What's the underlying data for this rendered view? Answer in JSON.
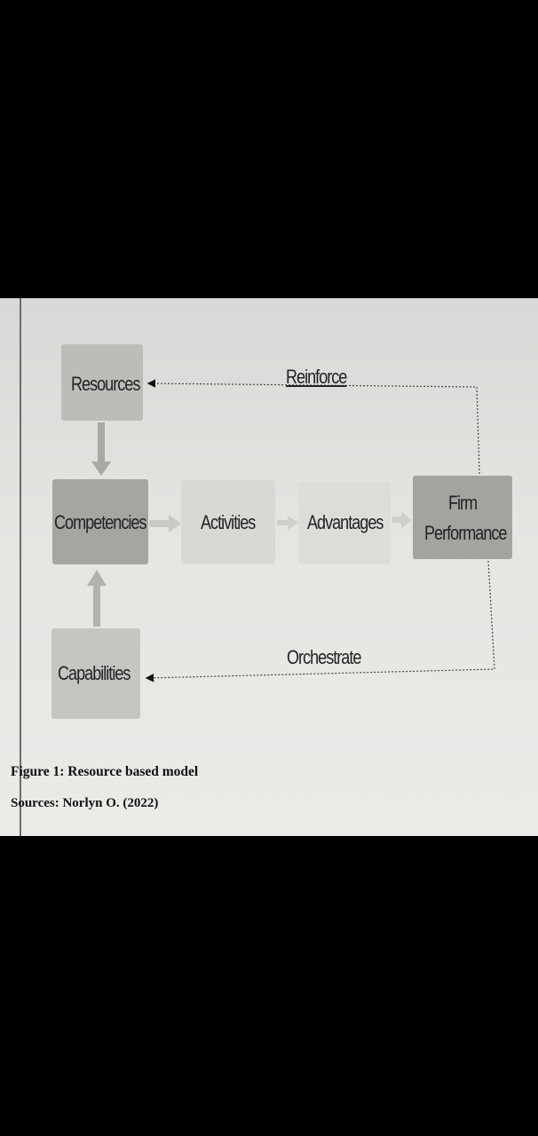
{
  "diagram": {
    "nodes": {
      "resources": "Resources",
      "competencies": "Competencies",
      "capabilities": "Capabilities",
      "activities": "Activities",
      "advantages": "Advantages",
      "firm_performance_line1": "Firm",
      "firm_performance_line2": "Performance"
    },
    "edges": {
      "reinforce": "Reinforce",
      "orchestrate": "Orchestrate"
    }
  },
  "caption": {
    "figure": "Figure 1: Resource based model",
    "source": "Sources: Norlyn O. (2022)"
  }
}
